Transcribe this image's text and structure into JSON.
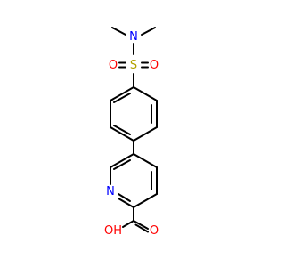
{
  "molecule": {
    "colors": {
      "bond": "#000000",
      "nitrogen": "#0000ff",
      "sulfur": "#b2a200",
      "oxygen": "#ff0000"
    },
    "atoms": {
      "n_amine": "N",
      "s": "S",
      "o_sulfonyl_left": "O",
      "o_sulfonyl_right": "O",
      "n_pyridine": "N",
      "o_carbonyl": "O",
      "oh": "OH"
    }
  }
}
